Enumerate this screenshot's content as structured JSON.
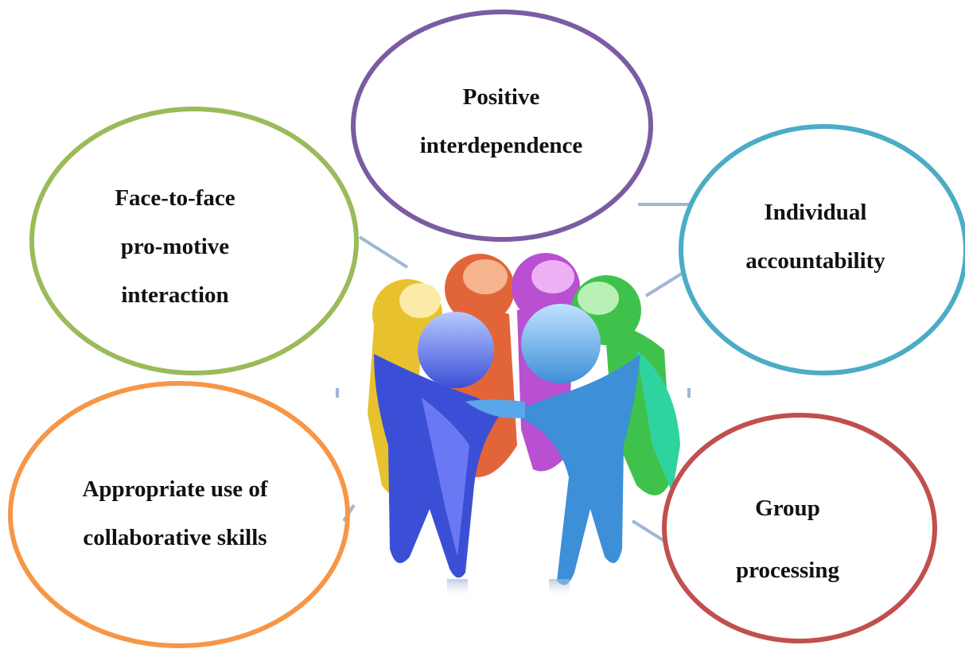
{
  "nodes": [
    {
      "id": "positive-interdependence",
      "lines": [
        "Positive",
        "interdependence"
      ],
      "color": "#7b5ca3"
    },
    {
      "id": "face-to-face",
      "lines": [
        "Face-to-face",
        "pro-motive",
        "interaction"
      ],
      "color": "#9abb59"
    },
    {
      "id": "individual-accountability",
      "lines": [
        "Individual",
        "accountability"
      ],
      "color": "#4bacc6"
    },
    {
      "id": "appropriate-use",
      "lines": [
        "Appropriate use of",
        "collaborative skills"
      ],
      "color": "#f79646"
    },
    {
      "id": "group-processing",
      "lines": [
        "Group",
        "processing"
      ],
      "color": "#c0504d"
    }
  ],
  "center_image": {
    "subject": "group-hug-figures",
    "figure_colors": [
      "#e8c22e",
      "#e2653a",
      "#b94fd1",
      "#3fc24b",
      "#3b4fd6",
      "#3d8fd8",
      "#2fd3a0"
    ]
  }
}
